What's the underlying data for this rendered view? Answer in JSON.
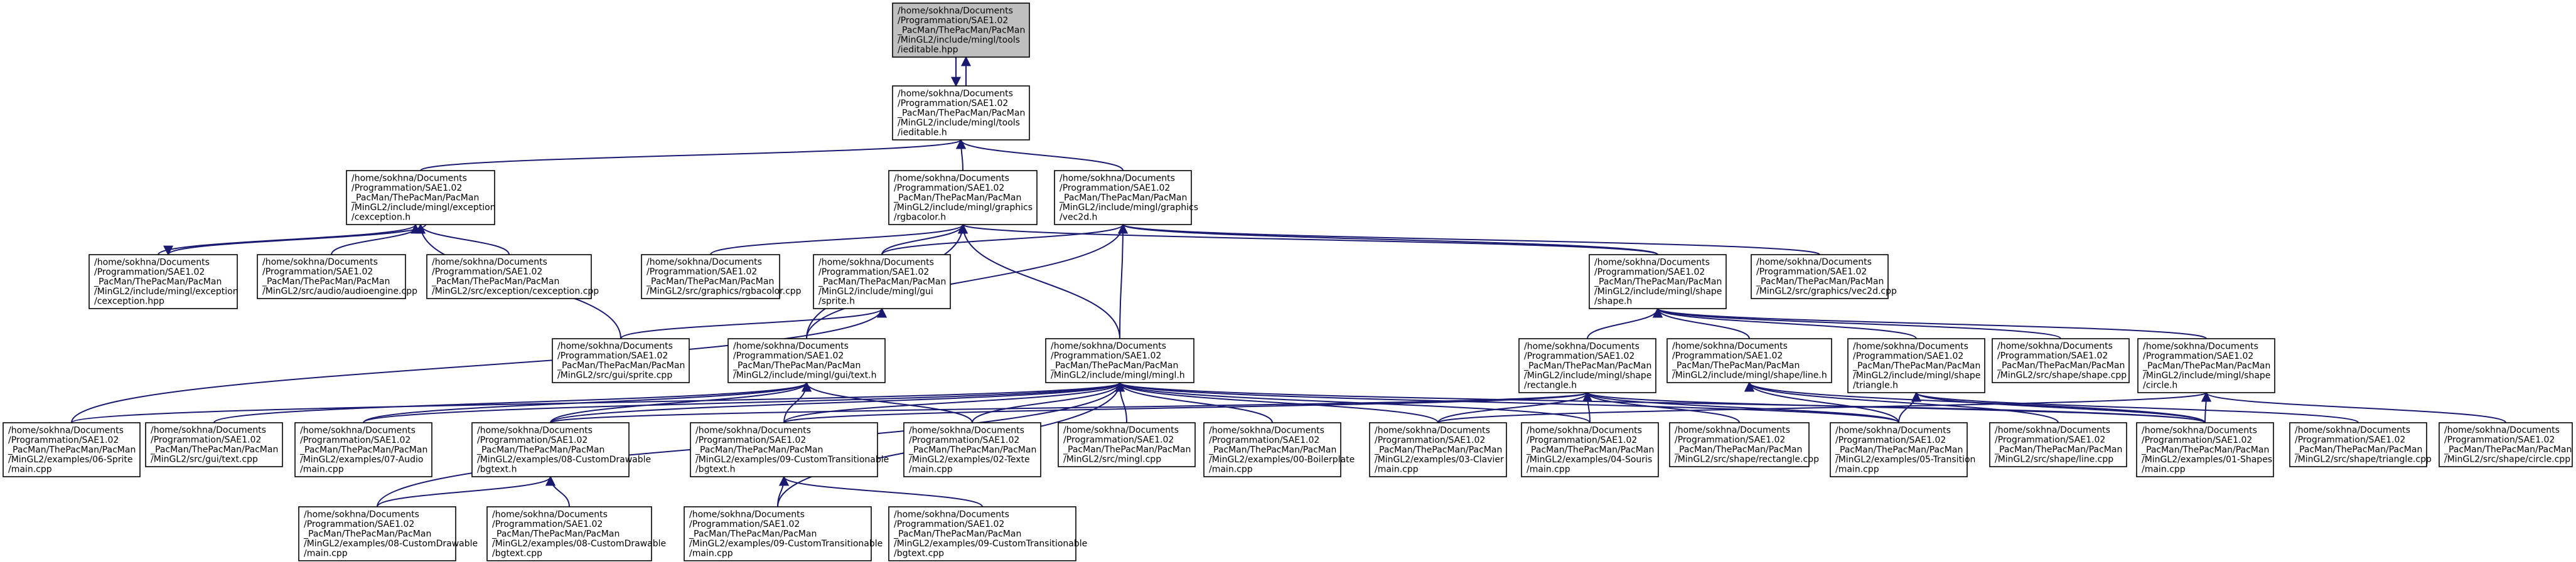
{
  "colors": {
    "edge": "#191970",
    "root_fill": "#bfbfbf",
    "node_fill": "#ffffff",
    "border": "#000000"
  },
  "nodes": [
    {
      "id": "editable_hpp",
      "root": true,
      "lines": [
        "/home/sokhna/Documents",
        "/Programmation/SAE1.02",
        "_PacMan/ThePacMan/PacMan",
        "/MinGL2/include/mingl/tools",
        "/ieditable.hpp"
      ]
    },
    {
      "id": "editable_h",
      "lines": [
        "/home/sokhna/Documents",
        "/Programmation/SAE1.02",
        "_PacMan/ThePacMan/PacMan",
        "/MinGL2/include/mingl/tools",
        "/ieditable.h"
      ]
    },
    {
      "id": "cexception_h",
      "lines": [
        "/home/sokhna/Documents",
        "/Programmation/SAE1.02",
        "_PacMan/ThePacMan/PacMan",
        "/MinGL2/include/mingl/exception",
        "/cexception.h"
      ]
    },
    {
      "id": "rgbacolor_h",
      "lines": [
        "/home/sokhna/Documents",
        "/Programmation/SAE1.02",
        "_PacMan/ThePacMan/PacMan",
        "/MinGL2/include/mingl/graphics",
        "/rgbacolor.h"
      ]
    },
    {
      "id": "vec2d_h",
      "lines": [
        "/home/sokhna/Documents",
        "/Programmation/SAE1.02",
        "_PacMan/ThePacMan/PacMan",
        "/MinGL2/include/mingl/graphics",
        "/vec2d.h"
      ]
    },
    {
      "id": "cexception_hpp",
      "lines": [
        "/home/sokhna/Documents",
        "/Programmation/SAE1.02",
        "_PacMan/ThePacMan/PacMan",
        "/MinGL2/include/mingl/exception",
        "/cexception.hpp"
      ]
    },
    {
      "id": "audioengine_cpp",
      "lines": [
        "/home/sokhna/Documents",
        "/Programmation/SAE1.02",
        "_PacMan/ThePacMan/PacMan",
        "/MinGL2/src/audio/audioengine.cpp"
      ]
    },
    {
      "id": "cexception_cpp",
      "lines": [
        "/home/sokhna/Documents",
        "/Programmation/SAE1.02",
        "_PacMan/ThePacMan/PacMan",
        "/MinGL2/src/exception/cexception.cpp"
      ]
    },
    {
      "id": "rgbacolor_cpp",
      "lines": [
        "/home/sokhna/Documents",
        "/Programmation/SAE1.02",
        "_PacMan/ThePacMan/PacMan",
        "/MinGL2/src/graphics/rgbacolor.cpp"
      ]
    },
    {
      "id": "sprite_h",
      "lines": [
        "/home/sokhna/Documents",
        "/Programmation/SAE1.02",
        "_PacMan/ThePacMan/PacMan",
        "/MinGL2/include/mingl/gui",
        "/sprite.h"
      ]
    },
    {
      "id": "shape_h",
      "lines": [
        "/home/sokhna/Documents",
        "/Programmation/SAE1.02",
        "_PacMan/ThePacMan/PacMan",
        "/MinGL2/include/mingl/shape",
        "/shape.h"
      ]
    },
    {
      "id": "vec2d_cpp",
      "lines": [
        "/home/sokhna/Documents",
        "/Programmation/SAE1.02",
        "_PacMan/ThePacMan/PacMan",
        "/MinGL2/src/graphics/vec2d.cpp"
      ]
    },
    {
      "id": "sprite_cpp",
      "lines": [
        "/home/sokhna/Documents",
        "/Programmation/SAE1.02",
        "_PacMan/ThePacMan/PacMan",
        "/MinGL2/src/gui/sprite.cpp"
      ]
    },
    {
      "id": "gui_text_h",
      "lines": [
        "/home/sokhna/Documents",
        "/Programmation/SAE1.02",
        "_PacMan/ThePacMan/PacMan",
        "/MinGL2/include/mingl/gui/text.h"
      ]
    },
    {
      "id": "mingl_h",
      "lines": [
        "/home/sokhna/Documents",
        "/Programmation/SAE1.02",
        "_PacMan/ThePacMan/PacMan",
        "/MinGL2/include/mingl/mingl.h"
      ]
    },
    {
      "id": "rectangle_h",
      "lines": [
        "/home/sokhna/Documents",
        "/Programmation/SAE1.02",
        "_PacMan/ThePacMan/PacMan",
        "/MinGL2/include/mingl/shape",
        "/rectangle.h"
      ]
    },
    {
      "id": "line_h",
      "lines": [
        "/home/sokhna/Documents",
        "/Programmation/SAE1.02",
        "_PacMan/ThePacMan/PacMan",
        "/MinGL2/include/mingl/shape/line.h"
      ]
    },
    {
      "id": "triangle_h",
      "lines": [
        "/home/sokhna/Documents",
        "/Programmation/SAE1.02",
        "_PacMan/ThePacMan/PacMan",
        "/MinGL2/include/mingl/shape",
        "/triangle.h"
      ]
    },
    {
      "id": "shape_cpp",
      "lines": [
        "/home/sokhna/Documents",
        "/Programmation/SAE1.02",
        "_PacMan/ThePacMan/PacMan",
        "/MinGL2/src/shape/shape.cpp"
      ]
    },
    {
      "id": "circle_h",
      "lines": [
        "/home/sokhna/Documents",
        "/Programmation/SAE1.02",
        "_PacMan/ThePacMan/PacMan",
        "/MinGL2/include/mingl/shape",
        "/circle.h"
      ]
    },
    {
      "id": "ex06_main",
      "lines": [
        "/home/sokhna/Documents",
        "/Programmation/SAE1.02",
        "_PacMan/ThePacMan/PacMan",
        "/MinGL2/examples/06-Sprite",
        "/main.cpp"
      ]
    },
    {
      "id": "gui_text_cpp",
      "lines": [
        "/home/sokhna/Documents",
        "/Programmation/SAE1.02",
        "_PacMan/ThePacMan/PacMan",
        "/MinGL2/src/gui/text.cpp"
      ]
    },
    {
      "id": "ex07_main",
      "lines": [
        "/home/sokhna/Documents",
        "/Programmation/SAE1.02",
        "_PacMan/ThePacMan/PacMan",
        "/MinGL2/examples/07-Audio",
        "/main.cpp"
      ]
    },
    {
      "id": "ex08_bgtext_h",
      "lines": [
        "/home/sokhna/Documents",
        "/Programmation/SAE1.02",
        "_PacMan/ThePacMan/PacMan",
        "/MinGL2/examples/08-CustomDrawable",
        "/bgtext.h"
      ]
    },
    {
      "id": "ex09_bgtext_h",
      "lines": [
        "/home/sokhna/Documents",
        "/Programmation/SAE1.02",
        "_PacMan/ThePacMan/PacMan",
        "/MinGL2/examples/09-CustomTransitionable",
        "/bgtext.h"
      ]
    },
    {
      "id": "ex02_main",
      "lines": [
        "/home/sokhna/Documents",
        "/Programmation/SAE1.02",
        "_PacMan/ThePacMan/PacMan",
        "/MinGL2/examples/02-Texte",
        "/main.cpp"
      ]
    },
    {
      "id": "mingl_cpp",
      "lines": [
        "/home/sokhna/Documents",
        "/Programmation/SAE1.02",
        "_PacMan/ThePacMan/PacMan",
        "/MinGL2/src/mingl.cpp"
      ]
    },
    {
      "id": "ex00_main",
      "lines": [
        "/home/sokhna/Documents",
        "/Programmation/SAE1.02",
        "_PacMan/ThePacMan/PacMan",
        "/MinGL2/examples/00-Boilerplate",
        "/main.cpp"
      ]
    },
    {
      "id": "ex03_main",
      "lines": [
        "/home/sokhna/Documents",
        "/Programmation/SAE1.02",
        "_PacMan/ThePacMan/PacMan",
        "/MinGL2/examples/03-Clavier",
        "/main.cpp"
      ]
    },
    {
      "id": "ex04_main",
      "lines": [
        "/home/sokhna/Documents",
        "/Programmation/SAE1.02",
        "_PacMan/ThePacMan/PacMan",
        "/MinGL2/examples/04-Souris",
        "/main.cpp"
      ]
    },
    {
      "id": "rectangle_cpp",
      "lines": [
        "/home/sokhna/Documents",
        "/Programmation/SAE1.02",
        "_PacMan/ThePacMan/PacMan",
        "/MinGL2/src/shape/rectangle.cpp"
      ]
    },
    {
      "id": "ex05_main",
      "lines": [
        "/home/sokhna/Documents",
        "/Programmation/SAE1.02",
        "_PacMan/ThePacMan/PacMan",
        "/MinGL2/examples/05-Transition",
        "/main.cpp"
      ]
    },
    {
      "id": "line_cpp",
      "lines": [
        "/home/sokhna/Documents",
        "/Programmation/SAE1.02",
        "_PacMan/ThePacMan/PacMan",
        "/MinGL2/src/shape/line.cpp"
      ]
    },
    {
      "id": "ex01_main",
      "lines": [
        "/home/sokhna/Documents",
        "/Programmation/SAE1.02",
        "_PacMan/ThePacMan/PacMan",
        "/MinGL2/examples/01-Shapes",
        "/main.cpp"
      ]
    },
    {
      "id": "triangle_cpp",
      "lines": [
        "/home/sokhna/Documents",
        "/Programmation/SAE1.02",
        "_PacMan/ThePacMan/PacMan",
        "/MinGL2/src/shape/triangle.cpp"
      ]
    },
    {
      "id": "circle_cpp",
      "lines": [
        "/home/sokhna/Documents",
        "/Programmation/SAE1.02",
        "_PacMan/ThePacMan/PacMan",
        "/MinGL2/src/shape/circle.cpp"
      ]
    },
    {
      "id": "ex08_main",
      "lines": [
        "/home/sokhna/Documents",
        "/Programmation/SAE1.02",
        "_PacMan/ThePacMan/PacMan",
        "/MinGL2/examples/08-CustomDrawable",
        "/main.cpp"
      ]
    },
    {
      "id": "ex08_bgtext_cpp",
      "lines": [
        "/home/sokhna/Documents",
        "/Programmation/SAE1.02",
        "_PacMan/ThePacMan/PacMan",
        "/MinGL2/examples/08-CustomDrawable",
        "/bgtext.cpp"
      ]
    },
    {
      "id": "ex09_main",
      "lines": [
        "/home/sokhna/Documents",
        "/Programmation/SAE1.02",
        "_PacMan/ThePacMan/PacMan",
        "/MinGL2/examples/09-CustomTransitionable",
        "/main.cpp"
      ]
    },
    {
      "id": "ex09_bgtext_cpp",
      "lines": [
        "/home/sokhna/Documents",
        "/Programmation/SAE1.02",
        "_PacMan/ThePacMan/PacMan",
        "/MinGL2/examples/09-CustomTransitionable",
        "/bgtext.cpp"
      ]
    }
  ],
  "edges": [
    [
      "editable_hpp",
      "editable_h"
    ],
    [
      "editable_h",
      "editable_hpp"
    ],
    [
      "editable_h",
      "cexception_h"
    ],
    [
      "editable_h",
      "rgbacolor_h"
    ],
    [
      "editable_h",
      "vec2d_h"
    ],
    [
      "cexception_h",
      "cexception_hpp"
    ],
    [
      "cexception_hpp",
      "cexception_h"
    ],
    [
      "cexception_h",
      "audioengine_cpp"
    ],
    [
      "cexception_h",
      "cexception_cpp"
    ],
    [
      "cexception_h",
      "sprite_cpp"
    ],
    [
      "rgbacolor_h",
      "rgbacolor_cpp"
    ],
    [
      "rgbacolor_h",
      "sprite_h"
    ],
    [
      "rgbacolor_h",
      "gui_text_h"
    ],
    [
      "rgbacolor_h",
      "mingl_h"
    ],
    [
      "rgbacolor_h",
      "shape_h"
    ],
    [
      "vec2d_h",
      "sprite_h"
    ],
    [
      "vec2d_h",
      "gui_text_h"
    ],
    [
      "vec2d_h",
      "mingl_h"
    ],
    [
      "vec2d_h",
      "shape_h"
    ],
    [
      "vec2d_h",
      "vec2d_cpp"
    ],
    [
      "sprite_h",
      "sprite_cpp"
    ],
    [
      "sprite_h",
      "ex06_main"
    ],
    [
      "shape_h",
      "rectangle_h"
    ],
    [
      "shape_h",
      "line_h"
    ],
    [
      "shape_h",
      "triangle_h"
    ],
    [
      "shape_h",
      "shape_cpp"
    ],
    [
      "shape_h",
      "circle_h"
    ],
    [
      "gui_text_h",
      "gui_text_cpp"
    ],
    [
      "gui_text_h",
      "ex07_main"
    ],
    [
      "gui_text_h",
      "ex08_bgtext_h"
    ],
    [
      "gui_text_h",
      "ex09_bgtext_h"
    ],
    [
      "gui_text_h",
      "ex02_main"
    ],
    [
      "mingl_h",
      "ex06_main"
    ],
    [
      "mingl_h",
      "ex07_main"
    ],
    [
      "mingl_h",
      "ex08_bgtext_h"
    ],
    [
      "mingl_h",
      "ex09_bgtext_h"
    ],
    [
      "mingl_h",
      "ex02_main"
    ],
    [
      "mingl_h",
      "mingl_cpp"
    ],
    [
      "mingl_h",
      "ex00_main"
    ],
    [
      "mingl_h",
      "ex03_main"
    ],
    [
      "mingl_h",
      "ex04_main"
    ],
    [
      "mingl_h",
      "ex05_main"
    ],
    [
      "mingl_h",
      "ex01_main"
    ],
    [
      "mingl_h",
      "ex08_main"
    ],
    [
      "mingl_h",
      "ex09_main"
    ],
    [
      "rectangle_h",
      "ex08_bgtext_h"
    ],
    [
      "rectangle_h",
      "ex09_bgtext_h"
    ],
    [
      "rectangle_h",
      "ex03_main"
    ],
    [
      "rectangle_h",
      "ex04_main"
    ],
    [
      "rectangle_h",
      "rectangle_cpp"
    ],
    [
      "rectangle_h",
      "ex05_main"
    ],
    [
      "rectangle_h",
      "ex01_main"
    ],
    [
      "line_h",
      "line_cpp"
    ],
    [
      "line_h",
      "ex05_main"
    ],
    [
      "line_h",
      "ex01_main"
    ],
    [
      "triangle_h",
      "triangle_cpp"
    ],
    [
      "triangle_h",
      "ex05_main"
    ],
    [
      "triangle_h",
      "ex01_main"
    ],
    [
      "circle_h",
      "circle_cpp"
    ],
    [
      "circle_h",
      "ex01_main"
    ],
    [
      "circle_h",
      "ex03_main"
    ],
    [
      "ex08_bgtext_h",
      "ex08_main"
    ],
    [
      "ex08_bgtext_h",
      "ex08_bgtext_cpp"
    ],
    [
      "ex09_bgtext_h",
      "ex09_main"
    ],
    [
      "ex09_bgtext_h",
      "ex09_bgtext_cpp"
    ]
  ]
}
